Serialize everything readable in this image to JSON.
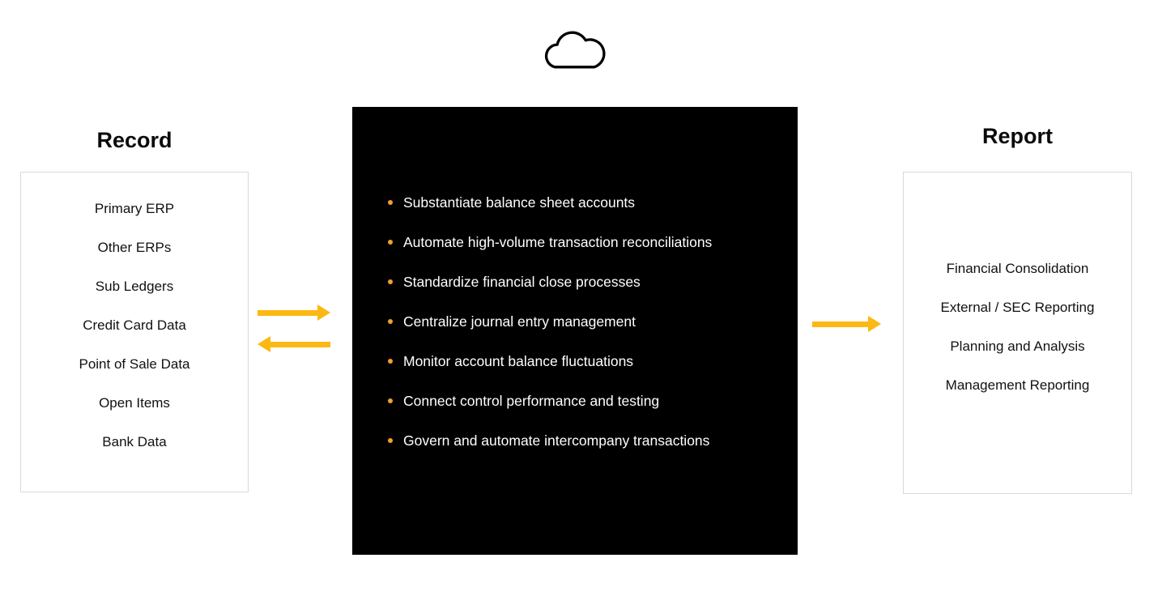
{
  "colors": {
    "arrow": "#FCB813",
    "bullet": "#F0A030",
    "panel-bg": "#000000"
  },
  "icons": {
    "cloud": "cloud-outline"
  },
  "record": {
    "title": "Record",
    "items": [
      "Primary ERP",
      "Other ERPs",
      "Sub Ledgers",
      "Credit Card Data",
      "Point of Sale Data",
      "Open Items",
      "Bank Data"
    ]
  },
  "platform": {
    "items": [
      "Substantiate balance sheet accounts",
      "Automate high-volume transaction reconciliations",
      "Standardize financial close processes",
      "Centralize journal entry management",
      "Monitor account balance fluctuations",
      "Connect control performance and testing",
      "Govern and automate intercompany transactions"
    ]
  },
  "report": {
    "title": "Report",
    "items": [
      "Financial Consolidation",
      "External / SEC Reporting",
      "Planning and Analysis",
      "Management Reporting"
    ]
  }
}
